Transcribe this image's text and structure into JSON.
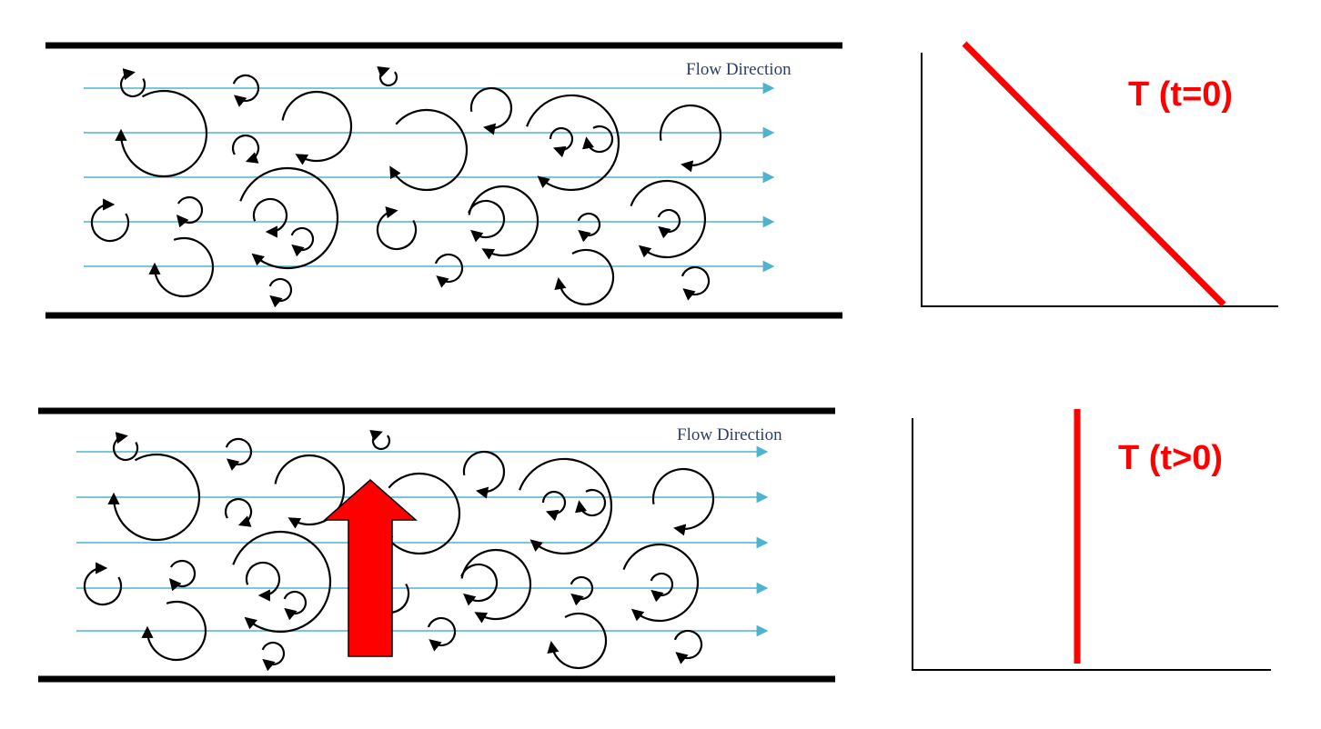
{
  "panels": [
    {
      "flow_label": "Flow Direction",
      "temperature_label": "T (t=0)",
      "profile": "linear-decreasing",
      "heat_arrow": false
    },
    {
      "flow_label": "Flow Direction",
      "temperature_label": "T (t>0)",
      "profile": "uniform-vertical",
      "heat_arrow": true
    }
  ],
  "colors": {
    "wall": "#000000",
    "streamline": "#4fb3cf",
    "eddy": "#000000",
    "profile": "#ff0000",
    "heat_arrow_fill": "#ff0000",
    "heat_arrow_stroke": "#000000",
    "flow_label": "#2a3f6b"
  },
  "icons": {
    "eddy": "circular-arrow-icon",
    "heat_transport": "up-arrow-icon",
    "streamline": "right-arrow-icon"
  }
}
